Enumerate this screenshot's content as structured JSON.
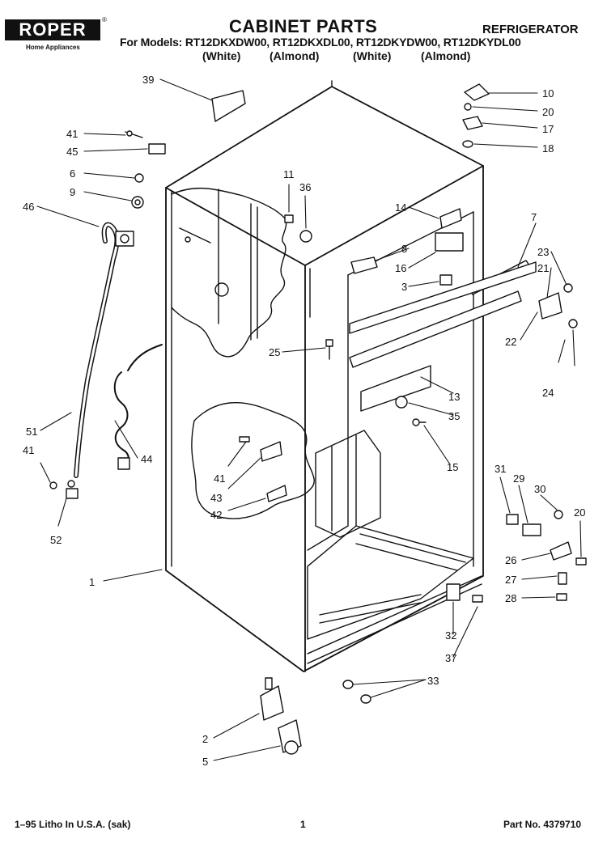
{
  "header": {
    "brand": "ROPER",
    "brand_tagline": "Home Appliances",
    "title": "CABINET PARTS",
    "appliance": "REFRIGERATOR",
    "models_line": "For Models: RT12DKXDW00, RT12DKXDL00, RT12DKYDW00, RT12DKYDL00",
    "colors": [
      "(White)",
      "(Almond)",
      "(White)",
      "(Almond)"
    ]
  },
  "callouts": [
    "39",
    "41",
    "45",
    "6",
    "9",
    "46",
    "11",
    "36",
    "14",
    "8",
    "16",
    "3",
    "7",
    "23",
    "21",
    "22",
    "25",
    "13",
    "35",
    "15",
    "10",
    "20",
    "17",
    "18",
    "24",
    "51",
    "44",
    "41",
    "52",
    "41",
    "43",
    "42",
    "31",
    "29",
    "30",
    "20",
    "26",
    "27",
    "28",
    "1",
    "32",
    "37",
    "33",
    "2",
    "5"
  ],
  "footer": {
    "litho": "1–95 Litho In U.S.A. (sak)",
    "page": "1",
    "part_no": "Part No. 4379710"
  }
}
